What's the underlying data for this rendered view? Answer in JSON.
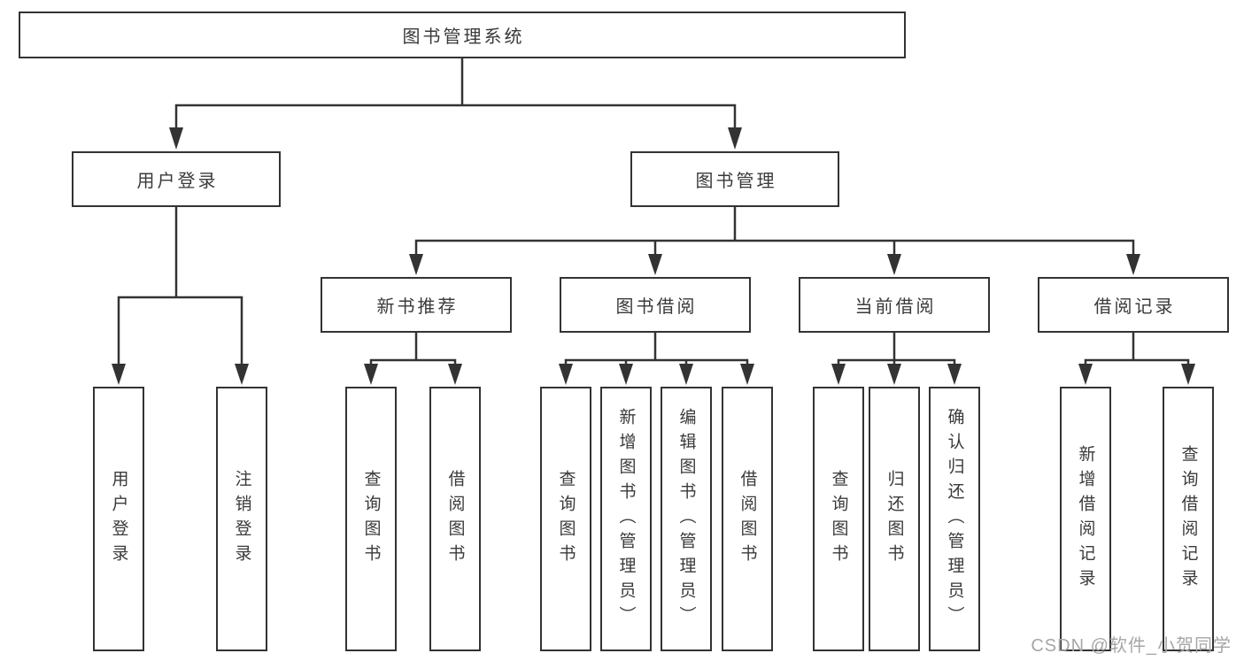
{
  "tree": {
    "root": "图书管理系统",
    "level2": [
      "用户登录",
      "图书管理"
    ],
    "level3": [
      "新书推荐",
      "图书借阅",
      "当前借阅",
      "借阅记录"
    ],
    "leaves": {
      "user_login": [
        "用户登录",
        "注销登录"
      ],
      "new_book_recommend": [
        "查询图书",
        "借阅图书"
      ],
      "book_borrow": [
        "查询图书",
        "新增图书（管理员）",
        "编辑图书（管理员）",
        "借阅图书"
      ],
      "current_borrow": [
        "查询图书",
        "归还图书",
        "确认归还（管理员）"
      ],
      "borrow_record": [
        "新增借阅记录",
        "查询借阅记录"
      ]
    }
  },
  "watermark": "CSDN @软件_小贺同学",
  "colors": {
    "line": "#333333",
    "text": "#3a3a3a",
    "background": "#ffffff",
    "watermark": "#a6a6a6"
  }
}
